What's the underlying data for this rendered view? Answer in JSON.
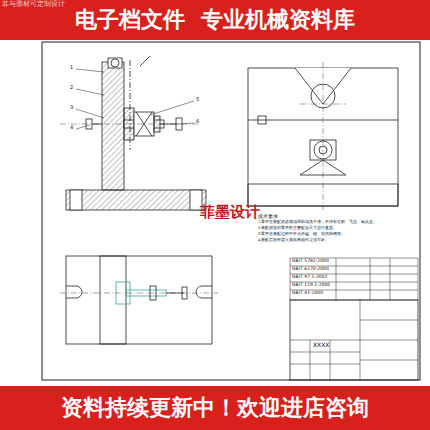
{
  "diagram": {
    "nodes": [
      {
        "text": [
          "电子档文件  专业机械资料库"
        ]
      },
      {
        "text": [
          "资料持续更新中！欢迎进店咨询"
        ]
      }
    ],
    "labels": [
      "菲与墨材可定制设计",
      "菲墨设计",
      "技术要求",
      "1.零件在装配前必须清理和清洗干净，不得有毛刺、飞边、氧化皮。",
      "2.装配前应对零件的主要配合尺寸进行复查。",
      "3.零件在装配过程中不允许磕、碰、划伤和锈蚀。",
      "4.装配后应检查夹紧机构动作灵活可靠。",
      "1",
      "2",
      "3",
      "4",
      "5",
      "6",
      "GB/T 5782-2000",
      "GB/T 6170-2000",
      "GB/T 97.1-2002",
      "GB/T 119.1-2000",
      "GB/T 41-2000",
      "XXXX"
    ]
  }
}
